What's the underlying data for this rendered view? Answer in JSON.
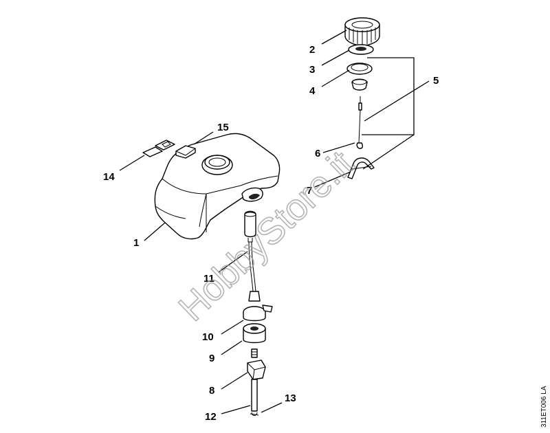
{
  "callouts": {
    "c1": "1",
    "c2": "2",
    "c3": "3",
    "c4": "4",
    "c5": "5",
    "c6": "6",
    "c7": "7",
    "c8": "8",
    "c9": "9",
    "c10": "10",
    "c11": "11",
    "c12": "12",
    "c13": "13",
    "c14": "14",
    "c15": "15"
  },
  "watermark": "HobbyStore.it",
  "reference": "311ET006 LA"
}
